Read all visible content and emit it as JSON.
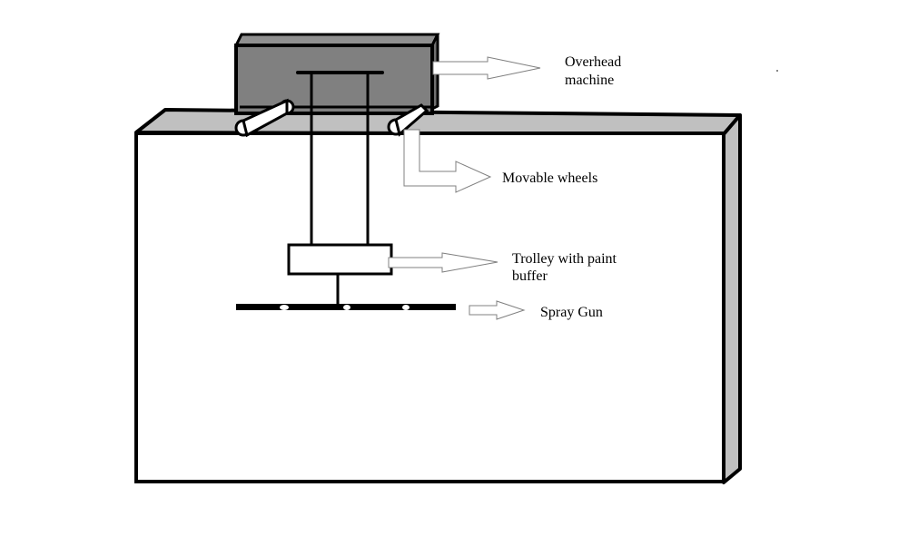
{
  "diagram": {
    "type": "schematic",
    "subject": "Overhead wall painting machine",
    "colors": {
      "background": "#ffffff",
      "outline": "#000000",
      "wall_edge": "#c0c0c0",
      "machine_body": "#808080",
      "arrow_outline": "#808080"
    },
    "labels": {
      "overhead_machine": [
        "Overhead",
        "machine"
      ],
      "movable_wheels": [
        "Movable wheels"
      ],
      "trolley": [
        "Trolley with paint",
        "buffer"
      ],
      "spray_gun": [
        "Spray Gun"
      ]
    },
    "components": [
      {
        "id": "wall",
        "description": "Wall being painted"
      },
      {
        "id": "overhead-machine",
        "description": "Overhead machine on top of wall"
      },
      {
        "id": "movable-wheels",
        "description": "Wheels on wall top edge"
      },
      {
        "id": "trolley",
        "description": "Trolley with paint buffer hanging on rods"
      },
      {
        "id": "spray-gun",
        "description": "Horizontal spray bar with 3 nozzles"
      }
    ]
  }
}
